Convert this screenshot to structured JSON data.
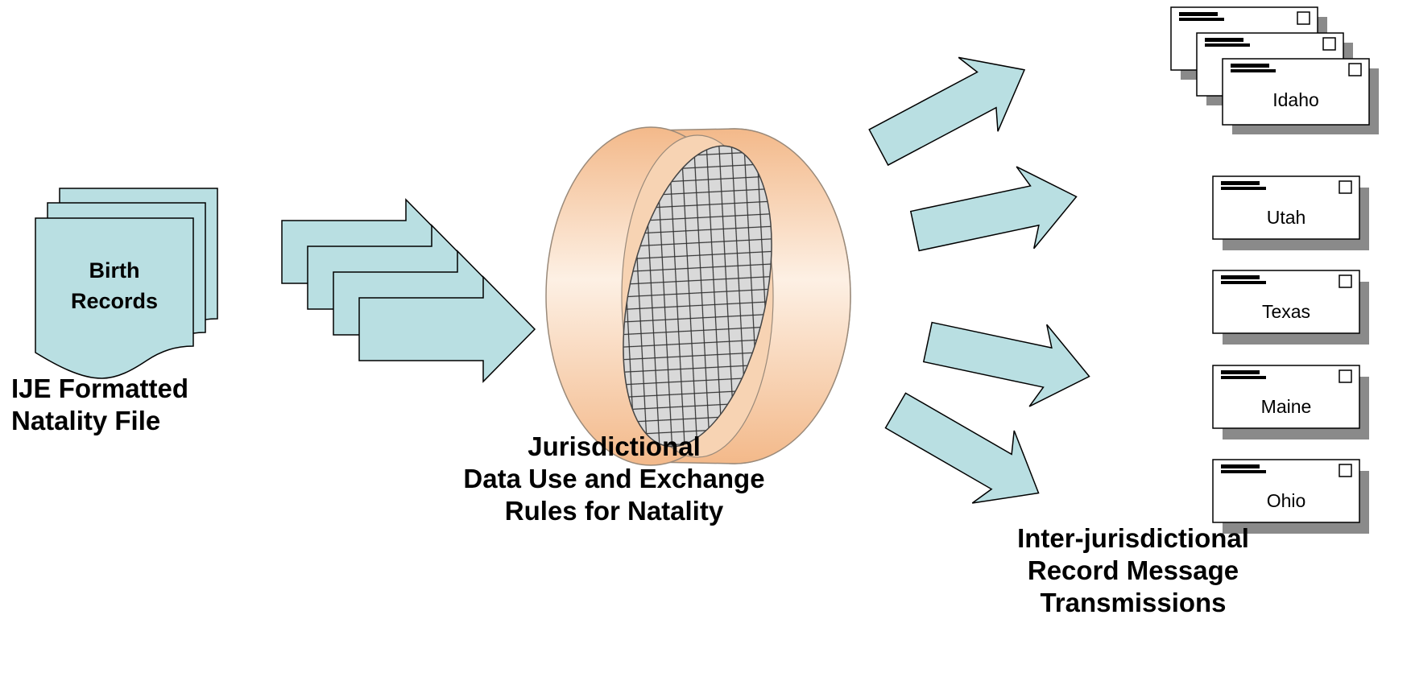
{
  "colors": {
    "paper_fill": "#b9dfe2",
    "arrow_fill": "#b9dfe2",
    "sieve_rim": "#f5c79c",
    "sieve_rim_light": "#fdf0e4",
    "envelope_shadow": "#8a8a8a",
    "stroke": "#000000"
  },
  "icons": {
    "document_stack": "document-stack-icon",
    "arrow": "block-arrow-icon",
    "sieve": "sieve-icon",
    "envelope": "envelope-icon"
  },
  "documents": {
    "label_line1": "Birth",
    "label_line2": "Records"
  },
  "captions": {
    "input": [
      "IJE Formatted",
      "Natality File"
    ],
    "filter": [
      "Jurisdictional",
      "Data Use and Exchange",
      "Rules for Natality"
    ],
    "output": [
      "Inter-jurisdictional",
      "Record Message",
      "Transmissions"
    ]
  },
  "envelopes": [
    {
      "label": "Idaho"
    },
    {
      "label": "Utah"
    },
    {
      "label": "Texas"
    },
    {
      "label": "Maine"
    },
    {
      "label": "Ohio"
    }
  ]
}
